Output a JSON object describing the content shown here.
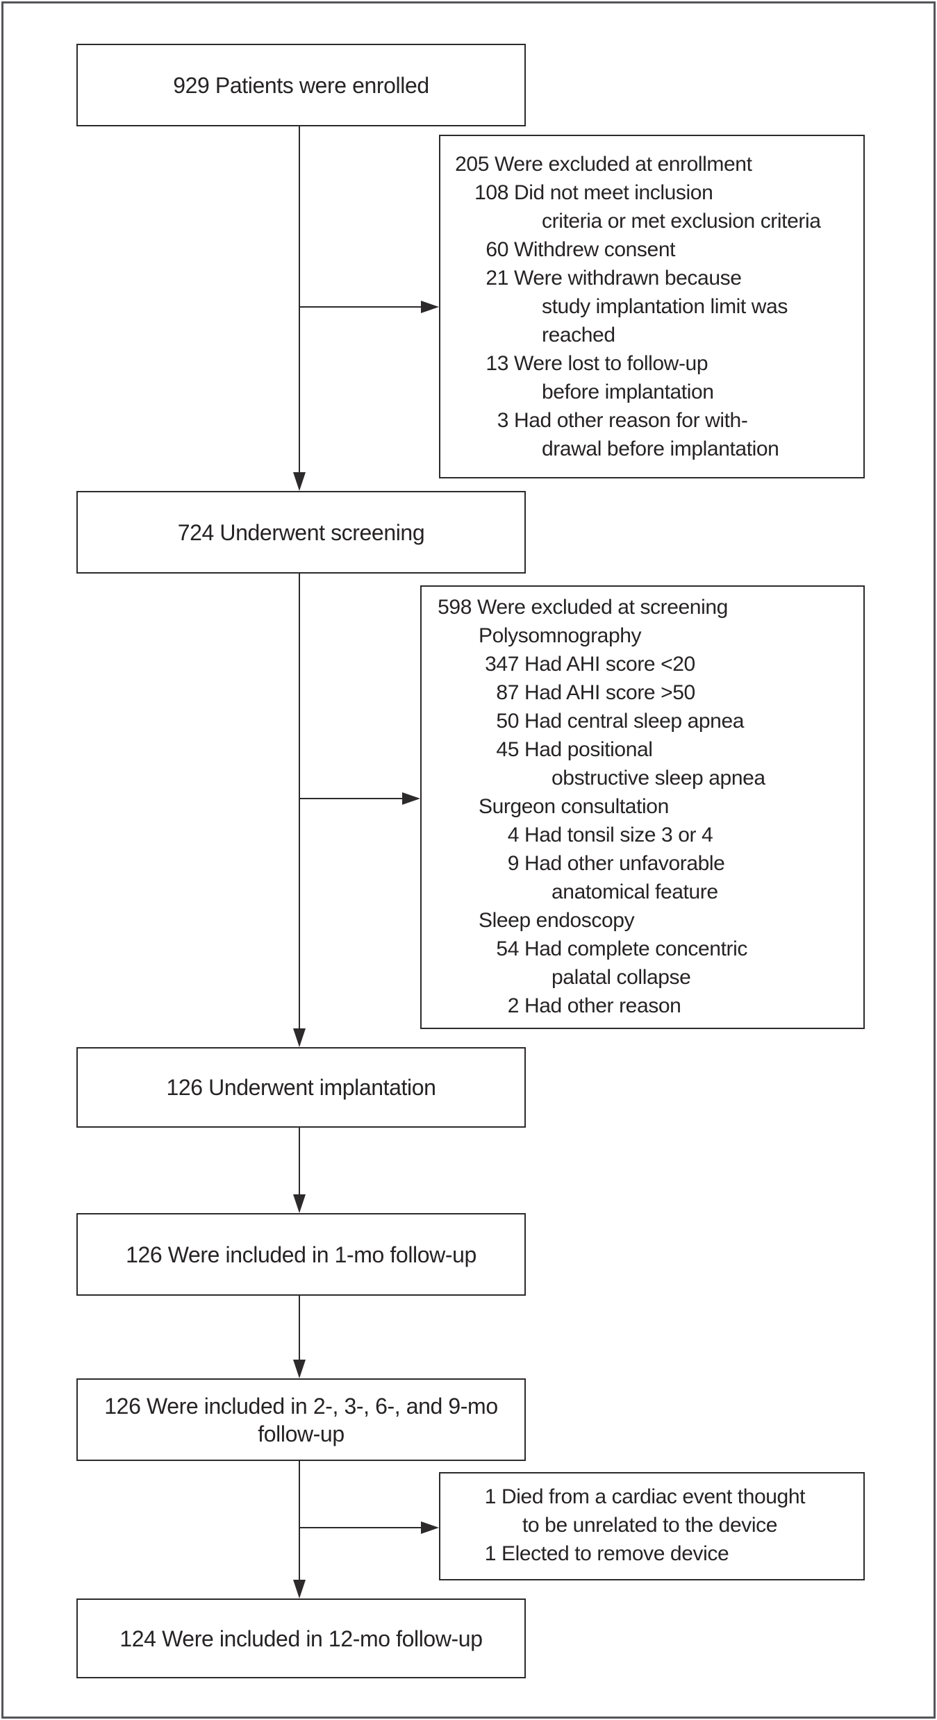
{
  "figure_type": "patient-enrollment-flow-diagram",
  "colors": {
    "ink": "#2d2a2b",
    "text": "#262324",
    "outer_frame": "#54555a",
    "background": "#ffffff"
  },
  "flow_boxes": [
    {
      "label": "929 Patients were enrolled"
    },
    {
      "label": "724 Underwent screening"
    },
    {
      "label": "126 Underwent implantation"
    },
    {
      "label": "126 Were included in 1-mo follow-up"
    },
    {
      "label": "126 Were included in 2-, 3-, 6-, and 9-mo\nfollow-up"
    },
    {
      "label": "124 Were included in 12-mo follow-up"
    }
  ],
  "exclusion_boxes": [
    {
      "title": "excluded at enrollment",
      "lines": [
        {
          "num": "205",
          "text": "Were excluded at enrollment"
        },
        {
          "num": "108",
          "text": "Did not meet inclusion"
        },
        {
          "num": "",
          "text": "criteria or met exclusion criteria"
        },
        {
          "num": "60",
          "text": "Withdrew consent"
        },
        {
          "num": "21",
          "text": "Were withdrawn because"
        },
        {
          "num": "",
          "text": "study implantation limit was"
        },
        {
          "num": "",
          "text": "reached"
        },
        {
          "num": "13",
          "text": "Were lost to follow-up"
        },
        {
          "num": "",
          "text": "before implantation"
        },
        {
          "num": "3",
          "text": "Had other reason for with-"
        },
        {
          "num": "",
          "text": "drawal before implantation"
        }
      ]
    },
    {
      "title": "excluded at screening",
      "lines": [
        {
          "num": "598",
          "text": "Were excluded at screening"
        },
        {
          "num": "",
          "text": "Polysomnography"
        },
        {
          "num": "347",
          "text": "Had AHI score <20"
        },
        {
          "num": "87",
          "text": "Had AHI score >50"
        },
        {
          "num": "50",
          "text": "Had central sleep apnea"
        },
        {
          "num": "45",
          "text": "Had positional"
        },
        {
          "num": "",
          "text": "obstructive sleep apnea"
        },
        {
          "num": "",
          "text": "Surgeon consultation"
        },
        {
          "num": "4",
          "text": "Had tonsil size 3 or 4"
        },
        {
          "num": "9",
          "text": "Had other unfavorable"
        },
        {
          "num": "",
          "text": "anatomical feature"
        },
        {
          "num": "",
          "text": "Sleep endoscopy"
        },
        {
          "num": "54",
          "text": "Had complete concentric"
        },
        {
          "num": "",
          "text": "palatal collapse"
        },
        {
          "num": "2",
          "text": "Had other reason"
        }
      ]
    },
    {
      "title": "withdrawn before 12-mo follow-up",
      "lines": [
        {
          "num": "1",
          "text": "Died from a cardiac event thought"
        },
        {
          "num": "",
          "text": "to be unrelated to the device"
        },
        {
          "num": "1",
          "text": "Elected to remove device"
        }
      ]
    }
  ]
}
